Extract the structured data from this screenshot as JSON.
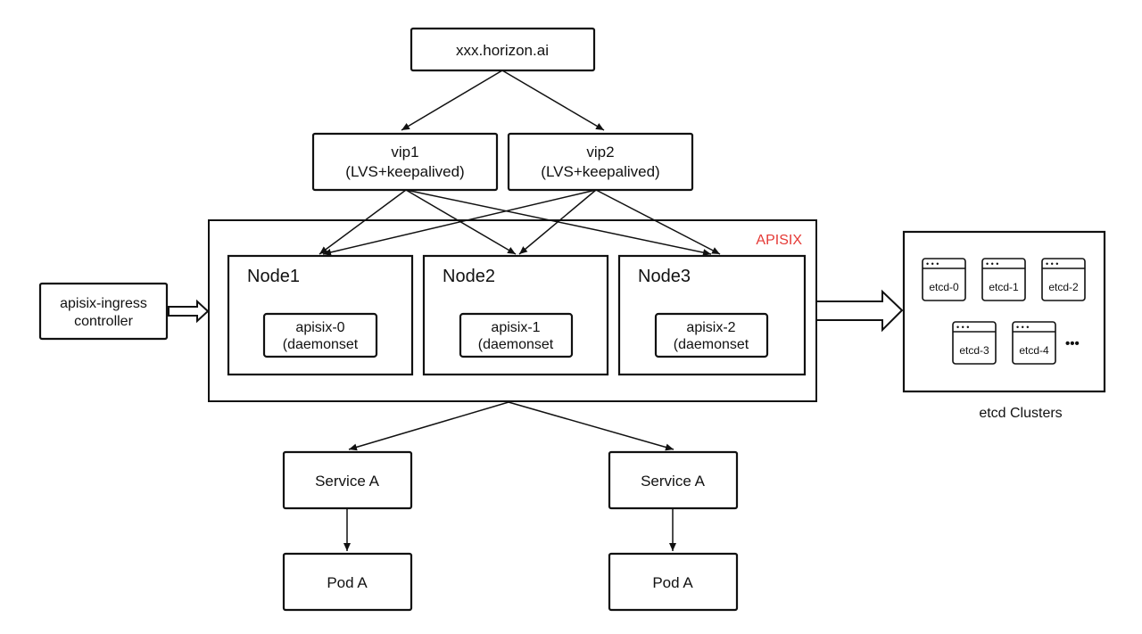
{
  "colors": {
    "stroke": "#111111",
    "apisix_label": "#e53935",
    "background": "#ffffff"
  },
  "domain": {
    "label": "xxx.horizon.ai"
  },
  "vips": [
    {
      "line1": "vip1",
      "line2": "(LVS+keepalived)"
    },
    {
      "line1": "vip2",
      "line2": "(LVS+keepalived)"
    }
  ],
  "apisix": {
    "label": "APISIX",
    "nodes": [
      {
        "title": "Node1",
        "pod_line1": "apisix-0",
        "pod_line2": "(daemonset"
      },
      {
        "title": "Node2",
        "pod_line1": "apisix-1",
        "pod_line2": "(daemonset"
      },
      {
        "title": "Node3",
        "pod_line1": "apisix-2",
        "pod_line2": "(daemonset"
      }
    ]
  },
  "ingress": {
    "line1": "apisix-ingress",
    "line2": "controller"
  },
  "etcd": {
    "caption": "etcd Clusters",
    "members": [
      "etcd-0",
      "etcd-1",
      "etcd-2",
      "etcd-3",
      "etcd-4"
    ],
    "more": "•••",
    "window_dots": "• • •"
  },
  "services": [
    {
      "service": "Service A",
      "pod": "Pod A"
    },
    {
      "service": "Service A",
      "pod": "Pod A"
    }
  ]
}
